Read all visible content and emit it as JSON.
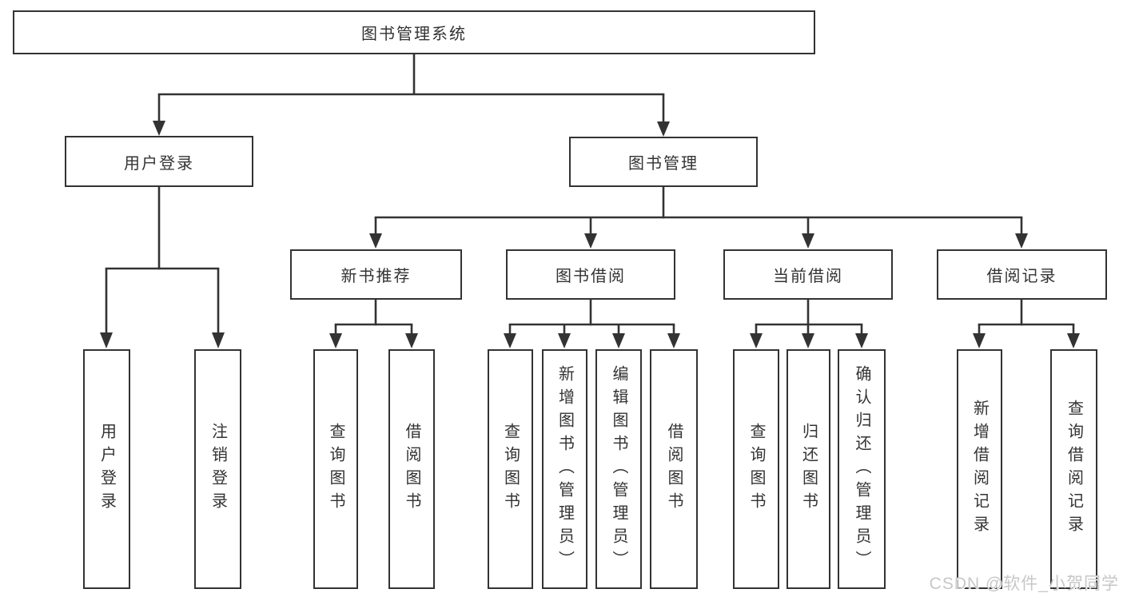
{
  "diagram": {
    "root": {
      "label": "图书管理系统"
    },
    "branches": [
      {
        "label": "用户登录",
        "children": [
          {
            "label": "用户登录"
          },
          {
            "label": "注销登录"
          }
        ]
      },
      {
        "label": "图书管理",
        "children": [
          {
            "label": "新书推荐",
            "children": [
              {
                "label": "查询图书"
              },
              {
                "label": "借阅图书"
              }
            ]
          },
          {
            "label": "图书借阅",
            "children": [
              {
                "label": "查询图书"
              },
              {
                "label": "新增图书（管理员）"
              },
              {
                "label": "编辑图书（管理员）"
              },
              {
                "label": "借阅图书"
              }
            ]
          },
          {
            "label": "当前借阅",
            "children": [
              {
                "label": "查询图书"
              },
              {
                "label": "归还图书"
              },
              {
                "label": "确认归还（管理员）"
              }
            ]
          },
          {
            "label": "借阅记录",
            "children": [
              {
                "label": "新增借阅记录"
              },
              {
                "label": "查询借阅记录"
              }
            ]
          }
        ]
      }
    ]
  },
  "watermark": {
    "text": "CSDN @软件_小贺同学"
  },
  "colors": {
    "line": "#333333",
    "box_border": "#333333",
    "text": "#333333",
    "background": "#ffffff",
    "watermark": "#c7c7c7"
  }
}
